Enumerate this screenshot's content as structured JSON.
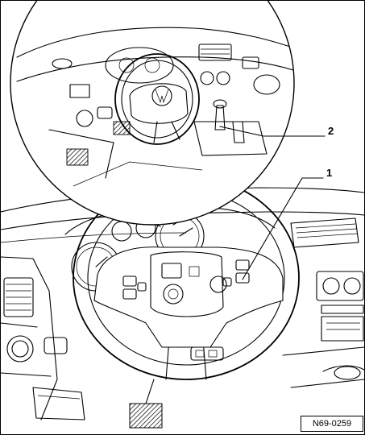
{
  "figure_id": "N69-0259",
  "callouts": [
    {
      "number": "1",
      "target": "multifunction-button-right"
    },
    {
      "number": "2",
      "target": "gear-selector"
    }
  ]
}
